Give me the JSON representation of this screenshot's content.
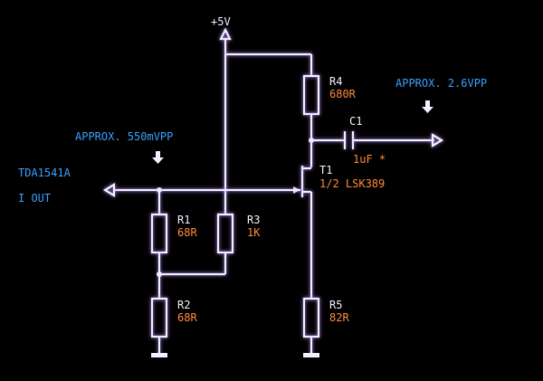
{
  "supply": {
    "label": "+5V"
  },
  "annotations": {
    "in_level": "APPROX. 550mVPP",
    "out_level": "APPROX. 2.6VPP"
  },
  "input": {
    "line1": "TDA1541A",
    "line2": "I OUT"
  },
  "components": {
    "r1": {
      "ref": "R1",
      "value": "68R"
    },
    "r2": {
      "ref": "R2",
      "value": "68R"
    },
    "r3": {
      "ref": "R3",
      "value": "1K"
    },
    "r4": {
      "ref": "R4",
      "value": "680R"
    },
    "r5": {
      "ref": "R5",
      "value": "82R"
    },
    "c1": {
      "ref": "C1",
      "value": "1uF *"
    },
    "t1": {
      "ref": "T1",
      "value": "1/2 LSK389"
    }
  },
  "colors": {
    "wire": "#f4f0ff",
    "annotation": "#3aa0ff",
    "value": "#ff8a3a",
    "background": "#000000"
  }
}
